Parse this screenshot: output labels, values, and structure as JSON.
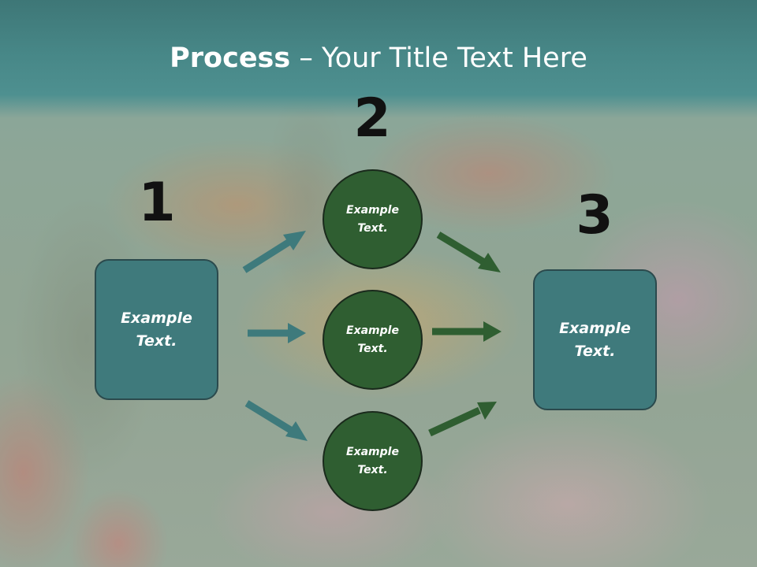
{
  "title": {
    "bold": "Process",
    "rest": " – Your Title Text Here"
  },
  "steps": [
    {
      "number": "1",
      "text": "Example\nText."
    },
    {
      "number": "2",
      "circles": [
        "Example\nText.",
        "Example\nText.",
        "Example\nText."
      ]
    },
    {
      "number": "3",
      "text": "Example\nText."
    }
  ],
  "colors": {
    "title_band": "#478787",
    "box_fill": "#3f7a7c",
    "circle_fill": "#2f5e31",
    "arrow_teal": "#3e7a7c",
    "arrow_green": "#2f5e31"
  }
}
